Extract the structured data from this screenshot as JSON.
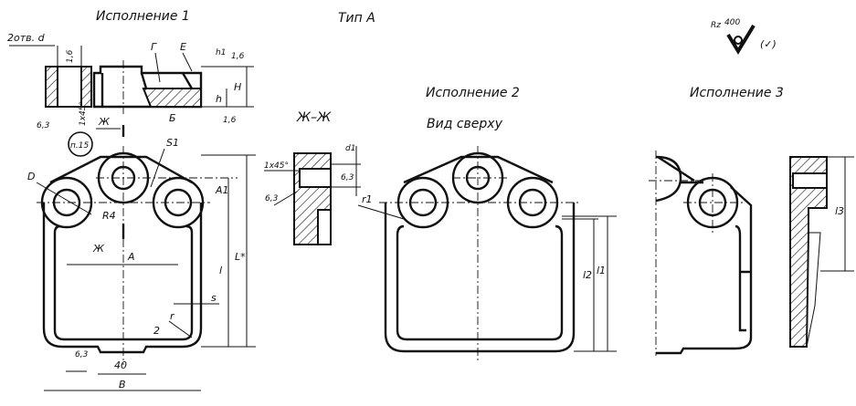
{
  "titles": {
    "variant1": "Исполнение 1",
    "type": "Тип А",
    "variant2": "Исполнение 2",
    "top_view": "Вид сверху",
    "variant3": "Исполнение 3",
    "section": "Ж–Ж"
  },
  "roughness": {
    "rz_label": "Rz",
    "rz_value": "400",
    "general_mark": "(✓)"
  },
  "variant1_labels": {
    "holes": "2отв. d",
    "rough_top": "1,6",
    "rough_bottom": "1,6",
    "rough_hole_dim": "1,6",
    "g": "Г",
    "e": "Е",
    "h1": "h1",
    "H": "H",
    "h": "h",
    "b": "Б",
    "rough_63": "6,3",
    "chamfer": "1x45°",
    "zh_top": "Ж",
    "note": "п.15",
    "s1": "S1",
    "D": "D",
    "R4": "R4",
    "A1": "A1",
    "zh_bottom": "Ж",
    "A": "A",
    "l": "l",
    "L": "L*",
    "s": "s",
    "r": "r",
    "two": "2",
    "rough_63_bottom": "6,3",
    "forty": "40",
    "B": "B"
  },
  "section_labels": {
    "d1": "d1",
    "chamfer": "1x45°",
    "rough_a": "6,3",
    "rough_b": "6,3"
  },
  "variant2_labels": {
    "r1": "r1",
    "l2": "l2",
    "l1": "l1"
  },
  "variant3_labels": {
    "l3": "l3"
  }
}
